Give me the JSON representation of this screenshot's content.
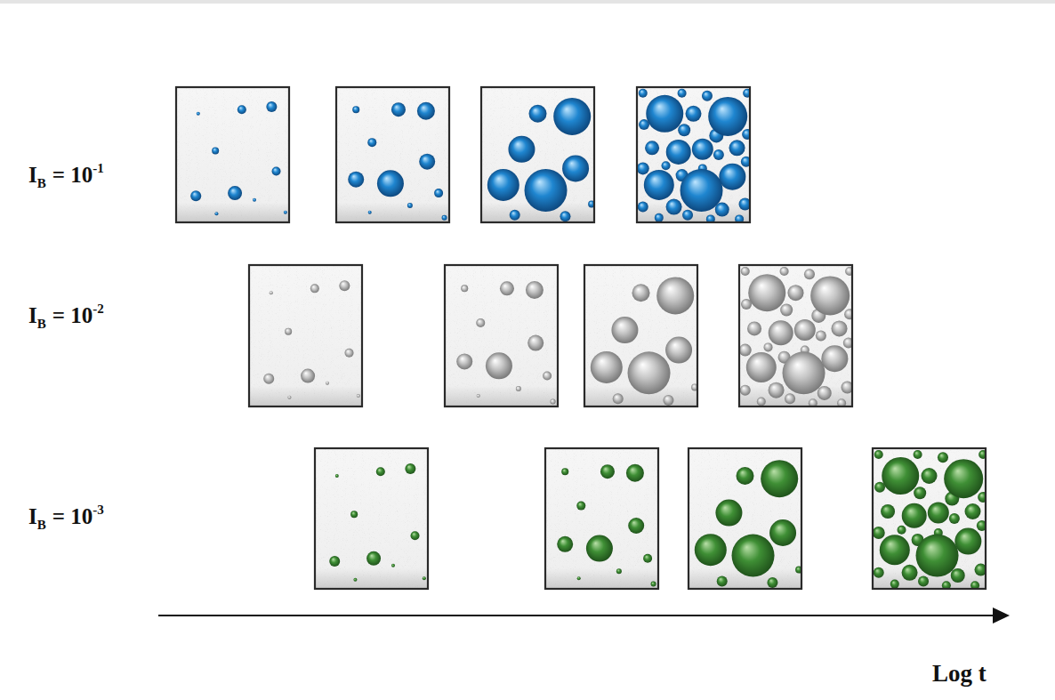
{
  "diagram": {
    "labels": [
      "I",
      "B",
      "= 10",
      "-1",
      "I",
      "B",
      "= 10",
      "-2",
      "I",
      "B",
      "= 10",
      "-3",
      "Log t"
    ]
  }
}
